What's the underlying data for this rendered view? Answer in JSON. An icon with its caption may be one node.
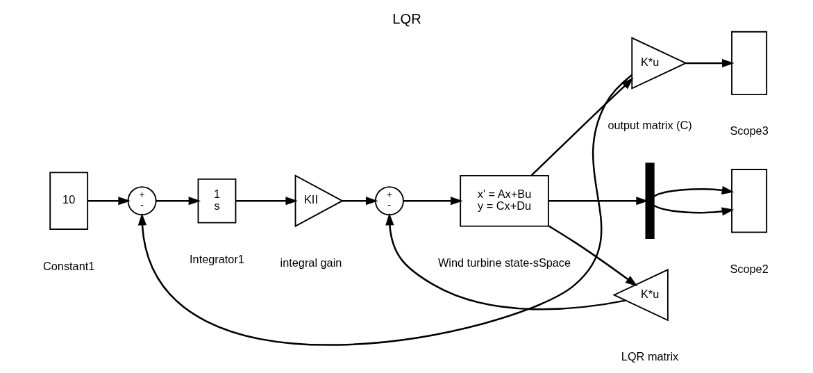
{
  "diagram": {
    "title": "LQR",
    "nodes": [
      {
        "text": [
          "10"
        ],
        "beside": [
          "Constant1"
        ]
      },
      {
        "text": [
          "+",
          "-"
        ]
      },
      {
        "text": [
          "1",
          "s"
        ],
        "beside": [
          "Integrator1"
        ]
      },
      {
        "text": [
          "KII"
        ],
        "beside": [
          "integral gain"
        ]
      },
      {
        "text": [
          "+",
          "-"
        ]
      },
      {
        "text": [
          "x' = Ax+Bu",
          "y = Cx+Du"
        ],
        "beside": [
          "Wind turbine state-sSpace"
        ]
      },
      {
        "text": [
          "K*u"
        ],
        "beside": [
          "output matrix (C)"
        ]
      },
      {
        "text": [],
        "shape": "bar"
      },
      {
        "text": [],
        "shape": "box",
        "beside": [
          "Scope2"
        ]
      },
      {
        "text": [],
        "shape": "box",
        "beside": [
          "Scope3"
        ]
      },
      {
        "text": [
          "K*u"
        ],
        "beside": [
          "LQR matrix"
        ]
      }
    ],
    "edges": [
      {
        "from": 0,
        "to": 1,
        "arrow": "to"
      },
      {
        "from": 1,
        "to": 2,
        "arrow": "to"
      },
      {
        "from": 2,
        "to": 3,
        "arrow": "to"
      },
      {
        "from": 3,
        "to": 4,
        "arrow": "to"
      },
      {
        "from": 4,
        "to": 5,
        "arrow": "to"
      },
      {
        "from": 5,
        "to": 6,
        "arrow": "to"
      },
      {
        "from": 5,
        "to": 7,
        "arrow": "to"
      },
      {
        "from": 7,
        "to": 8,
        "arrow": "to"
      },
      {
        "from": 7,
        "to": 8,
        "arrow": "to"
      },
      {
        "from": 5,
        "to": 10,
        "arrow": "to"
      },
      {
        "from": 10,
        "to": 4,
        "arrow": "to"
      },
      {
        "from": 6,
        "to": 9,
        "arrow": "to"
      },
      {
        "from": 6,
        "to": 1,
        "arrow": "to"
      }
    ]
  }
}
